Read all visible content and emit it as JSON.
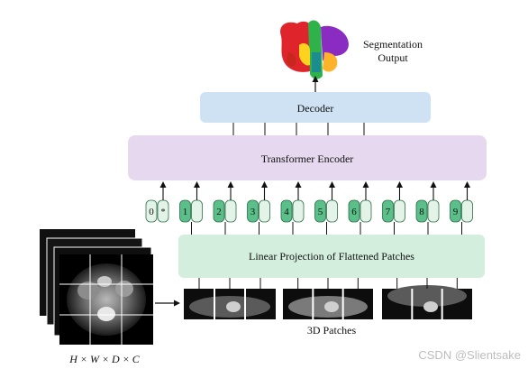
{
  "output": {
    "title_line1": "Segmentation",
    "title_line2": "Output"
  },
  "decoder": {
    "label": "Decoder"
  },
  "encoder": {
    "label": "Transformer  Encoder"
  },
  "tokens": [
    "0",
    "1",
    "2",
    "3",
    "4",
    "5",
    "6",
    "7",
    "8",
    "9"
  ],
  "cls_mark": "*",
  "projection": {
    "label": "Linear Projection of Flattened Patches"
  },
  "patches": {
    "label": "3D Patches"
  },
  "volume": {
    "dims_label": "H × W × D × C"
  },
  "watermark": "CSDN @Slientsake",
  "colors": {
    "decoder_fill": "#cfe2f3",
    "encoder_fill": "#e6d8ee",
    "projection_fill": "#d4eedd",
    "token_green": "#5bbf8a",
    "token_light": "#e3f3e8",
    "token_stroke": "#2e6f4a"
  }
}
